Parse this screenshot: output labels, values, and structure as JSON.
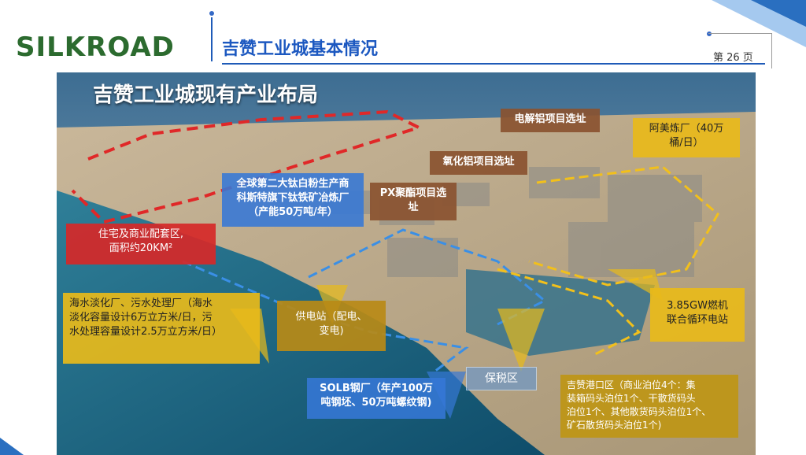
{
  "header": {
    "logo": "SILKROAD",
    "title": "吉赞工业城基本情况",
    "page": "第 26 页"
  },
  "photo": {
    "title": "吉赞工业城现有产业布局"
  },
  "labels": {
    "residential": [
      "住宅及商业配套区,",
      "面积约20KM²"
    ],
    "titanium": [
      "全球第二大钛白粉生产商",
      "科斯特旗下钛铁矿冶炼厂",
      "（产能50万吨/年）"
    ],
    "px": [
      "PX聚酯项目选",
      "址"
    ],
    "alumina": "氧化铝项目选址",
    "electrolytic": "电解铝项目选址",
    "refinery": [
      "阿美炼厂（40万",
      "桶/日）"
    ],
    "desalination": [
      "海水淡化厂、污水处理厂（海水",
      "淡化容量设计6万立方米/日，污",
      "水处理容量设计2.5万立方米/日）"
    ],
    "power_station": [
      "供电站（配电、",
      "变电)"
    ],
    "gas_plant": [
      "3.85GW燃机",
      "联合循环电站"
    ],
    "bonded": "保税区",
    "steel": [
      "SOLB钢厂（年产100万",
      "吨钢坯、50万吨螺纹钢)"
    ],
    "port": [
      "吉赞港口区（商业泊位4个：集",
      "装箱码头泊位1个、干散货码头",
      "泊位1个、其他散货码头泊位1个、",
      "矿石散货码头泊位1个)"
    ]
  },
  "colors": {
    "brand_green": "#2c6b2f",
    "brand_blue": "#1c58c0",
    "residential_red": "#d62828",
    "zone_blue": "#3678d6",
    "zone_brown": "#8a5230",
    "zone_gold": "#e8ba1a"
  }
}
